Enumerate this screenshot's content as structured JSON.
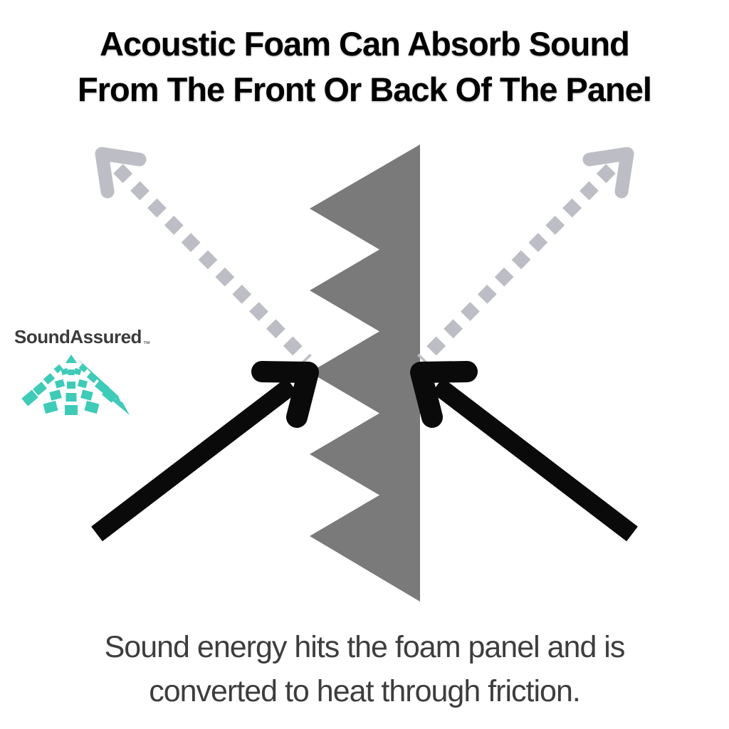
{
  "title": {
    "line1": "Acoustic Foam Can Absorb Sound",
    "line2": "From The Front Or Back Of The Panel"
  },
  "caption": {
    "line1": "Sound energy hits the foam panel and is",
    "line2": "converted to heat through friction."
  },
  "logo": {
    "name": "SoundAssured",
    "trademark": "™"
  },
  "colors": {
    "background": "#ffffff",
    "foam_panel": "#7a7a7a",
    "incident_arrow": "#0a0a0a",
    "reflected_arrow": "#bdbec5",
    "logo_accent": "#3ecbb8",
    "logo_text": "#3b3b3b",
    "title_text": "#000000",
    "caption_text": "#3d3d3d"
  }
}
